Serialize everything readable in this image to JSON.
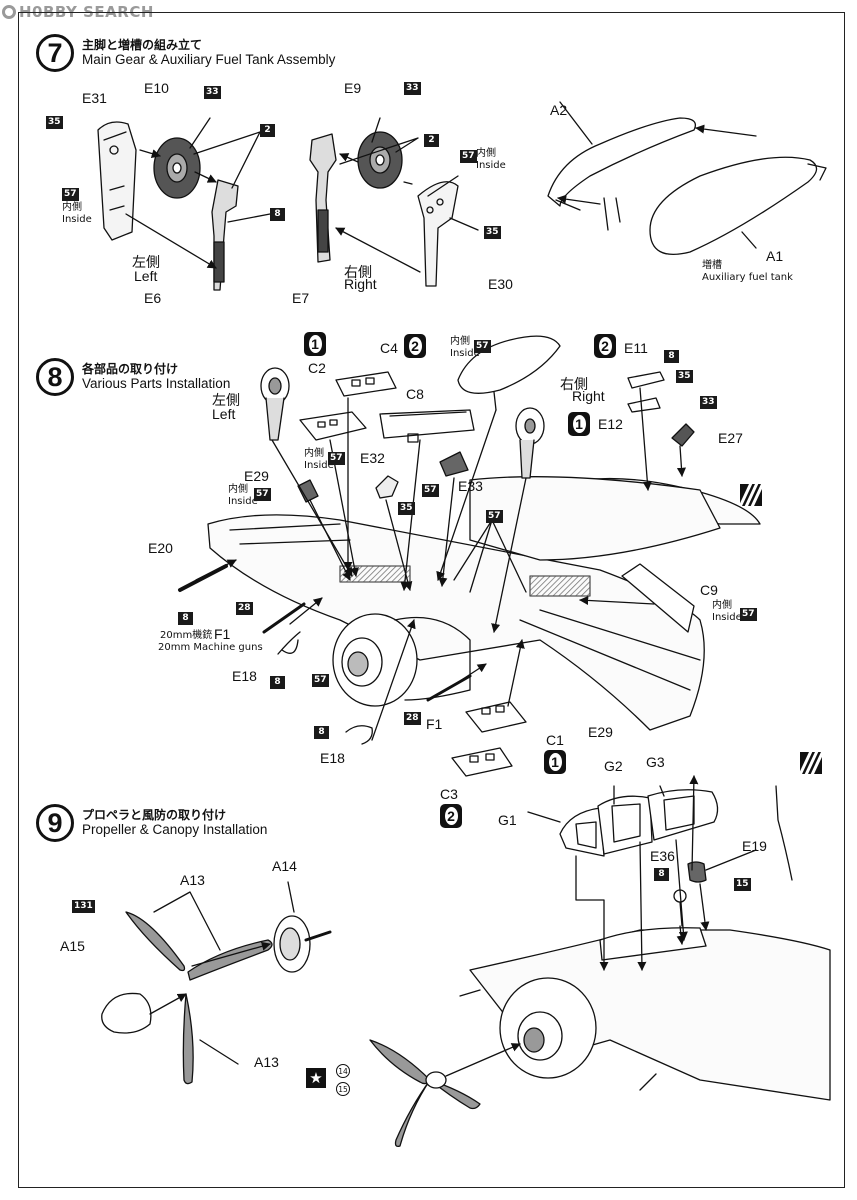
{
  "watermark": "H0BBY SEARCH",
  "steps": [
    {
      "num": "7",
      "jp": "主脚と増槽の組み立て",
      "en": "Main Gear & Auxiliary Fuel Tank Assembly"
    },
    {
      "num": "8",
      "jp": "各部品の取り付け",
      "en": "Various Parts Installation"
    },
    {
      "num": "9",
      "jp": "プロペラと風防の取り付け",
      "en": "Propeller & Canopy Installation"
    }
  ],
  "labels": {
    "e31": "E31",
    "e10": "E10",
    "e9": "E9",
    "a2": "A2",
    "a1": "A1",
    "e6": "E6",
    "e7": "E7",
    "e30": "E30",
    "left_jp": "左側",
    "left_en": "Left",
    "right_jp": "右側",
    "right_en": "Right",
    "inside_jp": "内側",
    "inside_en": "Inside",
    "tank_jp": "増槽",
    "tank_en": "Auxiliary fuel tank",
    "c2": "C2",
    "c4": "C4",
    "c8": "C8",
    "e11": "E11",
    "e12": "E12",
    "e27": "E27",
    "e29": "E29",
    "e32": "E32",
    "e33": "E33",
    "e20": "E20",
    "c9": "C9",
    "f1": "F1",
    "mg_jp": "20mm機銃",
    "mg_en": "20mm Machine guns",
    "e18": "E18",
    "c1": "C1",
    "c3": "C3",
    "g1": "G1",
    "g2": "G2",
    "g3": "G3",
    "e36": "E36",
    "e19": "E19",
    "a13": "A13",
    "a14": "A14",
    "a15": "A15"
  },
  "paint_codes": {
    "p35": "35",
    "p33": "33",
    "p2": "2",
    "p57": "57",
    "p8": "8",
    "p28": "28",
    "p15": "15",
    "p131": "131",
    "p14": "14"
  },
  "option_numbers": {
    "one": "1",
    "two": "2"
  }
}
